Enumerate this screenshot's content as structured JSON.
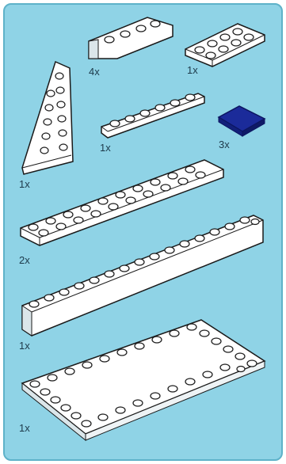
{
  "sheet": {
    "background_color": "#8fd3e6",
    "border_color": "#5eb2c9",
    "brick_fill": "#ffffff",
    "brick_shade": "#dbe6ea",
    "brick_outline": "#1a1a1a",
    "tile_color": "#1b2b9a"
  },
  "parts": [
    {
      "id": "slope-brick",
      "quantity": "4x"
    },
    {
      "id": "plate-2x4",
      "quantity": "1x"
    },
    {
      "id": "wedge-plate",
      "quantity": "1x"
    },
    {
      "id": "plate-1x6",
      "quantity": "1x"
    },
    {
      "id": "tile-2x2-blue",
      "quantity": "3x"
    },
    {
      "id": "plate-2x10",
      "quantity": "2x"
    },
    {
      "id": "brick-1x16",
      "quantity": "1x"
    },
    {
      "id": "tile-plate-6x10",
      "quantity": "1x"
    }
  ]
}
